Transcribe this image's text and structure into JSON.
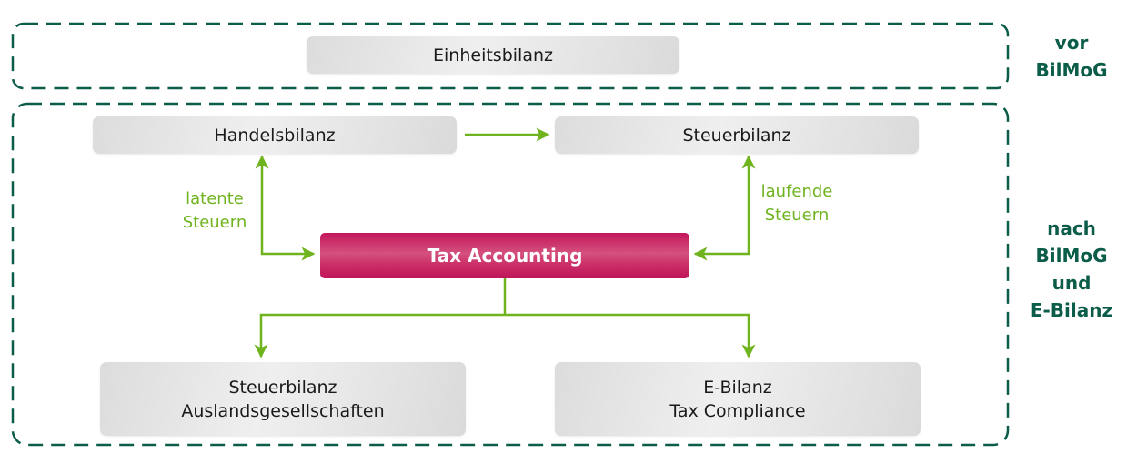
{
  "colors": {
    "region_border": "#0b5c48",
    "arrow": "#6fb31f",
    "tax_box": "#c8195f",
    "side_label": "#0b5c48"
  },
  "regions": {
    "before": {
      "label_lines": [
        "vor",
        "BilMoG"
      ],
      "box": "Einheitsbilanz"
    },
    "after": {
      "label_lines": [
        "nach",
        "BilMoG",
        "und",
        "E-Bilanz"
      ],
      "handelsbilanz": "Handelsbilanz",
      "steuerbilanz": "Steuerbilanz",
      "tax_accounting": "Tax Accounting",
      "left_label": [
        "latente",
        "Steuern"
      ],
      "right_label": [
        "laufende",
        "Steuern"
      ],
      "bottom_left": [
        "Steuerbilanz",
        "Auslandsgesellschaften"
      ],
      "bottom_right": [
        "E-Bilanz",
        "Tax Compliance"
      ]
    }
  },
  "connections": [
    {
      "from": "Handelsbilanz",
      "to": "Steuerbilanz"
    },
    {
      "from": "Handelsbilanz",
      "to": "Tax Accounting",
      "label": "latente Steuern",
      "bidirectional": true
    },
    {
      "from": "Steuerbilanz",
      "to": "Tax Accounting",
      "label": "laufende Steuern",
      "bidirectional": true
    },
    {
      "from": "Tax Accounting",
      "to": "Steuerbilanz Auslandsgesellschaften"
    },
    {
      "from": "Tax Accounting",
      "to": "E-Bilanz Tax Compliance"
    }
  ]
}
